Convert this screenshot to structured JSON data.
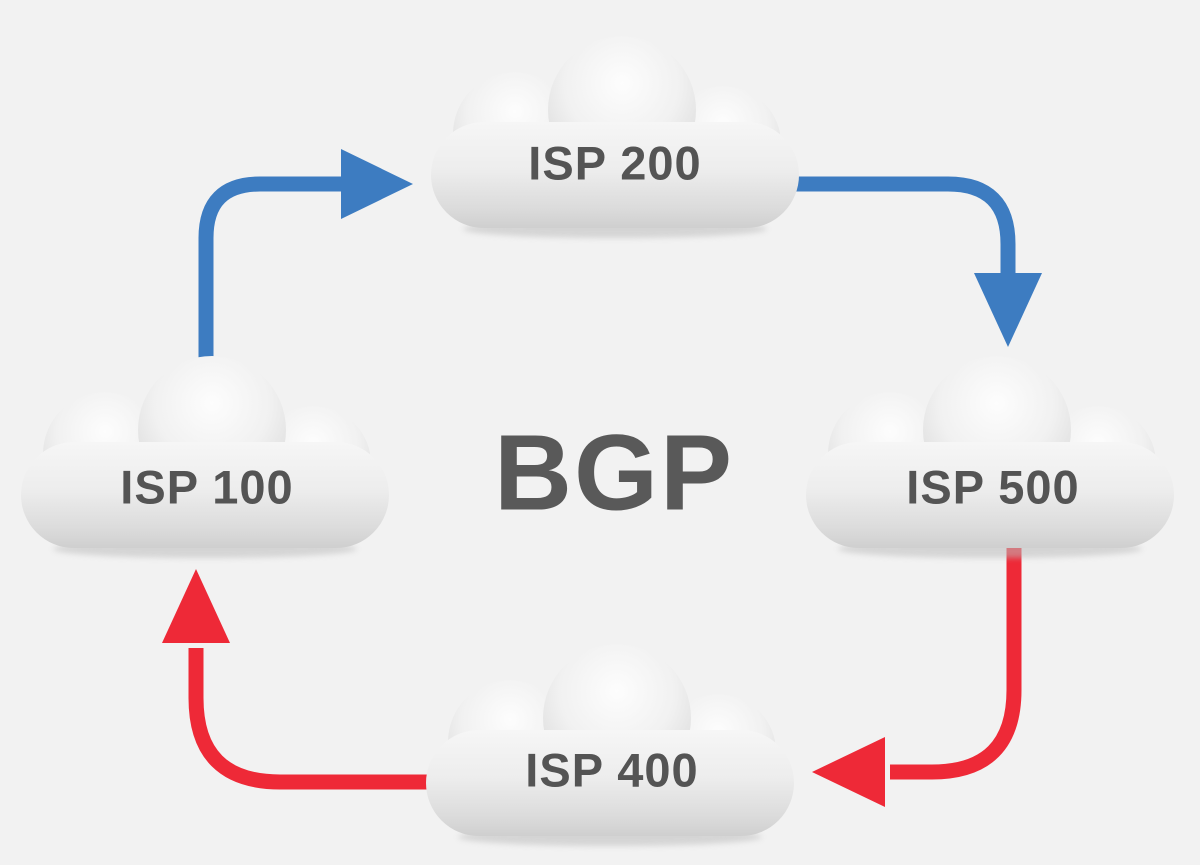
{
  "title": "BGP",
  "colors": {
    "background": "#F2F2F2",
    "blue": "#3D7CC1",
    "red": "#EE2937",
    "node_label": "#545454",
    "title_text": "#595959"
  },
  "nodes": [
    {
      "label": "ISP 200",
      "position": "top"
    },
    {
      "label": "ISP 500",
      "position": "right"
    },
    {
      "label": "ISP 400",
      "position": "bottom"
    },
    {
      "label": "ISP 100",
      "position": "left"
    }
  ],
  "edges": [
    {
      "from": "ISP 100",
      "to": "ISP 200",
      "color": "blue",
      "direction": "up-then-right"
    },
    {
      "from": "ISP 200",
      "to": "ISP 500",
      "color": "blue",
      "direction": "right-then-down"
    },
    {
      "from": "ISP 500",
      "to": "ISP 400",
      "color": "red",
      "direction": "down-then-left"
    },
    {
      "from": "ISP 400",
      "to": "ISP 100",
      "color": "red",
      "direction": "left-then-up"
    }
  ]
}
